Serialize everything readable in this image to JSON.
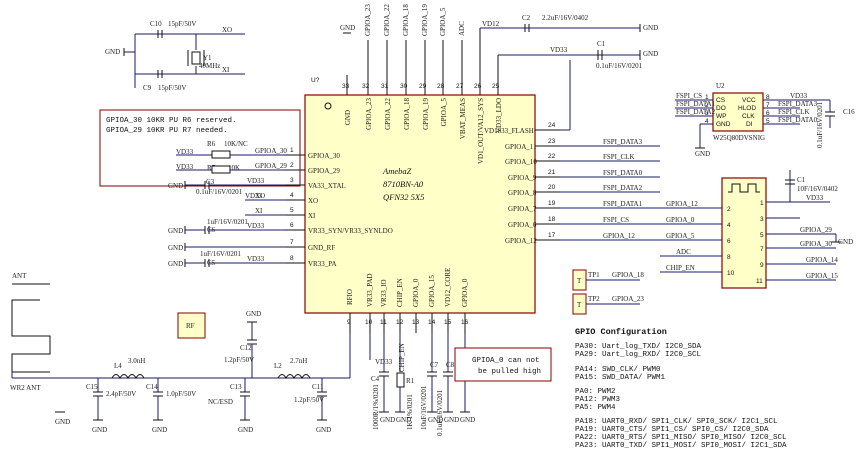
{
  "chip": {
    "name": "AmebaZ",
    "part": "8710BN-A0",
    "package": "QFN32 5X5",
    "designator": "U?",
    "left_pins": [
      {
        "num": "1",
        "name": "GPIOA_30"
      },
      {
        "num": "2",
        "name": "GPIOA_29"
      },
      {
        "num": "3",
        "name": "VA33_XTAL"
      },
      {
        "num": "4",
        "name": "XO"
      },
      {
        "num": "5",
        "name": "XI"
      },
      {
        "num": "6",
        "name": "VR33_SYN/VR33_SYNLDO"
      },
      {
        "num": "7",
        "name": "GND_RF"
      },
      {
        "num": "8",
        "name": "VR33_PA"
      }
    ],
    "right_pins": [
      {
        "num": "24",
        "name": "VD1833_FLASH"
      },
      {
        "num": "23",
        "name": "GPIOA_11"
      },
      {
        "num": "22",
        "name": "GPIOA_10"
      },
      {
        "num": "21",
        "name": "GPIOA_9"
      },
      {
        "num": "20",
        "name": "GPIOA_8"
      },
      {
        "num": "19",
        "name": "GPIOA_7"
      },
      {
        "num": "18",
        "name": "GPIOA_6"
      },
      {
        "num": "17",
        "name": "GPIOA_12"
      }
    ],
    "top_pins": [
      {
        "num": "33",
        "name": "GND"
      },
      {
        "num": "32",
        "name": "GPIOA_23"
      },
      {
        "num": "31",
        "name": "GPIOA_22"
      },
      {
        "num": "30",
        "name": "GPIOA_18"
      },
      {
        "num": "29",
        "name": "GPIOA_19"
      },
      {
        "num": "28",
        "name": "GPIOA_5"
      },
      {
        "num": "27",
        "name": "VBAT_MEAS"
      },
      {
        "num": "26",
        "name": "VD1_OUT/VA12_SYS"
      },
      {
        "num": "25",
        "name": "VD33_LDO"
      }
    ],
    "bottom_pins": [
      {
        "num": "9",
        "name": "RFIO"
      },
      {
        "num": "10",
        "name": "VR33_PAD"
      },
      {
        "num": "11",
        "name": "VR33_IO"
      },
      {
        "num": "12",
        "name": "CHIP_EN"
      },
      {
        "num": "13",
        "name": "GPIOA_0"
      },
      {
        "num": "14",
        "name": "GPIOA_15"
      },
      {
        "num": "15",
        "name": "VD12_CORE"
      },
      {
        "num": "16",
        "name": "GPIOA_0"
      }
    ],
    "top_nets": [
      "GND",
      "GPIOA_23",
      "GPIOA_22",
      "GPIOA_18",
      "GPIOA_19",
      "GPIOA_5",
      "ADC",
      "VD12",
      "VD33"
    ],
    "right_nets": [
      "FSPI_DATA3",
      "FSPI_CLK",
      "FSPI_DATA0",
      "FSPI_DATA2",
      "FSPI_DATA1",
      "FSPI_CS",
      "GPIOA_12"
    ],
    "left_nets": [
      "VD33",
      "VD33",
      "XO",
      "XI",
      "VD33",
      "VD33"
    ]
  },
  "crystal": {
    "c10": "C10",
    "c10_value": "15pF/50V",
    "c9": "C9",
    "c9_value": "15pF/50V",
    "ref": "Y1",
    "freq": "40MHz",
    "xo_net": "XO",
    "xi_net": "XI",
    "gnd": "GND"
  },
  "top_caps": {
    "c2": "C2",
    "c2_value": "2.2uF/16V/0402",
    "vd12_net": "VD12",
    "c1": "C1",
    "c1_value": "0.1uF/16V/0201",
    "vd33_net": "VD33",
    "gnd": "GND"
  },
  "pullups": {
    "note": [
      "GPIOA_30 10KR PU R6 reserved.",
      "GPIOA_29 10KR PU R7 needed."
    ],
    "r6": "R6",
    "r6_value": "10K/NC",
    "r7": "R7",
    "r7_value": "10K",
    "vd33": "VD33",
    "net30": "GPIOA_30",
    "net29": "GPIOA_29"
  },
  "left_caps": {
    "c3": "C3",
    "c3_value": "0.1uF/16V/0201",
    "c6": "C6",
    "c6_value": "1uF/16V/0201",
    "c5": "C5",
    "c5_value": "1uF/16V/0201",
    "gnd": "GND"
  },
  "flash": {
    "ref": "U2",
    "part": "W25Q80DVSNIG",
    "left_pins": [
      {
        "num": "1",
        "name": "CS",
        "net": "FSPI_CS"
      },
      {
        "num": "2",
        "name": "DO",
        "net": "FSPI_DATA1"
      },
      {
        "num": "3",
        "name": "WP",
        "net": "FSPI_DATA2"
      },
      {
        "num": "4",
        "name": "GND",
        "net": ""
      }
    ],
    "right_pins": [
      {
        "num": "8",
        "name": "VCC",
        "net": "VD33"
      },
      {
        "num": "7",
        "name": "HLOD",
        "net": "FSPI_DATA3"
      },
      {
        "num": "6",
        "name": "CLK",
        "net": "FSPI_CLK"
      },
      {
        "num": "5",
        "name": "DI",
        "net": "FSPI_DATA0"
      }
    ],
    "c16": "C16",
    "c16_value": "0.1uF/16V/0201",
    "gnd": "GND"
  },
  "header": {
    "left_pins": [
      {
        "num": "2",
        "net": "GPIOA_12"
      },
      {
        "num": "4",
        "net": "GPIOA_0"
      },
      {
        "num": "6",
        "net": "GPIOA_5"
      },
      {
        "num": "8",
        "net": "ADC"
      },
      {
        "num": "10",
        "net": "CHIP_EN"
      }
    ],
    "right_pins": [
      {
        "num": "1",
        "net": "VD33"
      },
      {
        "num": "3",
        "net": "GPIOA_29"
      },
      {
        "num": "5",
        "net": "GPIOA_30"
      },
      {
        "num": "7",
        "net": "GND"
      },
      {
        "num": "9",
        "net": "GPIOA_14"
      },
      {
        "num": "11",
        "net": "GPIOA_15"
      }
    ],
    "c1": "C1",
    "c1_value": "10F/16V/0402",
    "gnd": "GND"
  },
  "test_points": [
    {
      "ref": "TP1",
      "label": "T",
      "net": "GPIOA_18"
    },
    {
      "ref": "TP2",
      "label": "T",
      "net": "GPIOA_23"
    }
  ],
  "rf": {
    "ant": "ANT",
    "connector": "WR2 ANT",
    "box": "RF",
    "l4": "L4",
    "l4_value": "3.0nH",
    "l2": "L2",
    "l2_value": "2.7nH",
    "c15": "C15",
    "c15_value": "2.4pF/50V",
    "c14": "C14",
    "c14_value": "1.0pF/50V",
    "c12": "C12",
    "c12_value": "1.2pF/50V",
    "c13": "C13",
    "c13_value": "NC/ESD",
    "c11": "C11",
    "c11_value": "1.2pF/50V",
    "gnd": "GND"
  },
  "bottom_parts": {
    "c4": "C4",
    "c4_value": "1000R/1%/0201",
    "r1": "R1",
    "r1_value": "1K/1%/0201",
    "c7": "C7",
    "c7_value": "10uF/16V/0201",
    "c8": "C8",
    "c8_value": "0.1uF/16V/0201",
    "chip_en": "CHIP_EN",
    "vd33": "VD33",
    "gnd": "GND",
    "note": [
      "GPIOA_0 can not",
      "be pulled high"
    ]
  },
  "gpio_config": {
    "title": "GPIO Configuration",
    "groups": [
      [
        "PA30: Uart_log_TXD/ I2C0_SDA",
        "PA29: Uart_log_RXD/ I2C0_SCL"
      ],
      [
        "PA14: SWD_CLK/ PWM0",
        "PA15: SWD_DATA/ PWM1"
      ],
      [
        "PA0:  PWM2",
        "PA12: PWM3",
        "PA5:  PWM4"
      ],
      [
        "PA18: UART0_RXD/ SPI1_CLK/ SPI0_SCK/ I2C1_SCL",
        "PA19: UART0_CTS/ SPI1_CS/ SPI0_CS/ I2C0_SDA",
        "PA22: UART0_RTS/ SPI1_MISO/ SPI0_MISO/ I2C0_SCL",
        "PA23: UART0_TXD/ SPI1_MOSI/ SPI0_MOSI/ I2C1_SDA"
      ]
    ]
  }
}
